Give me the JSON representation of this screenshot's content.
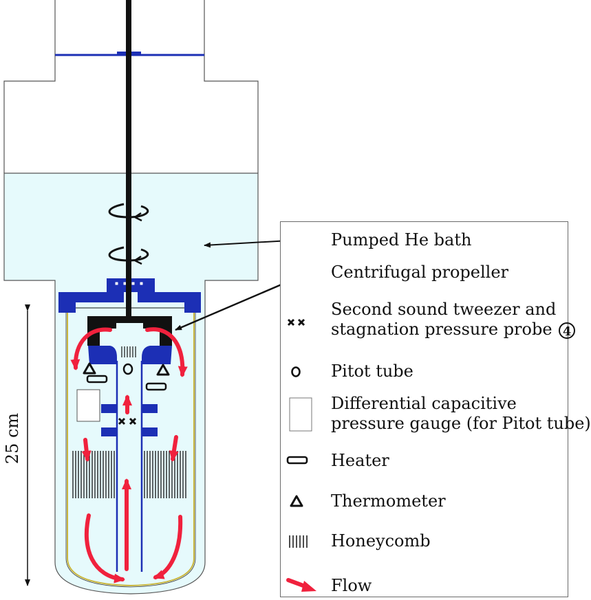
{
  "scale_label": "25 cm",
  "legend": {
    "pumped_he_bath": "Pumped He bath",
    "centrifugal_propeller": "Centrifugal propeller",
    "second_sound_line1": "Second sound tweezer and",
    "second_sound_line2": "stagnation pressure probe",
    "probe_number": "4",
    "pitot_tube": "Pitot tube",
    "gauge_line1": "Differential capacitive",
    "gauge_line2": "pressure gauge (for Pitot tube)",
    "heater": "Heater",
    "thermometer": "Thermometer",
    "honeycomb": "Honeycomb",
    "flow": "Flow"
  },
  "colors": {
    "helium": "#e6fafc",
    "flange": "#1c2fb5",
    "flow_arrow": "#f0213d",
    "rod": "#111111",
    "outline": "#555555",
    "liner": "#c9b53a"
  }
}
